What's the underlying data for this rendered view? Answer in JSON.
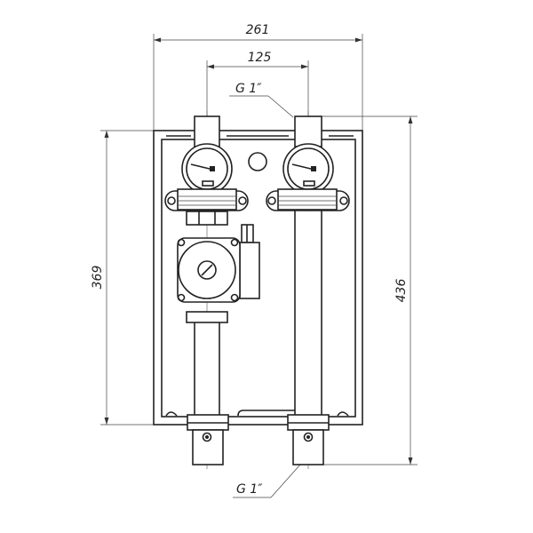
{
  "dimensions": {
    "overall_width": "261",
    "pipe_spacing": "125",
    "panel_height": "369",
    "overall_height": "436"
  },
  "labels": {
    "thread_top": "G 1″",
    "thread_bottom": "G 1″"
  },
  "colors": {
    "line": "#222222",
    "background": "#ffffff"
  }
}
